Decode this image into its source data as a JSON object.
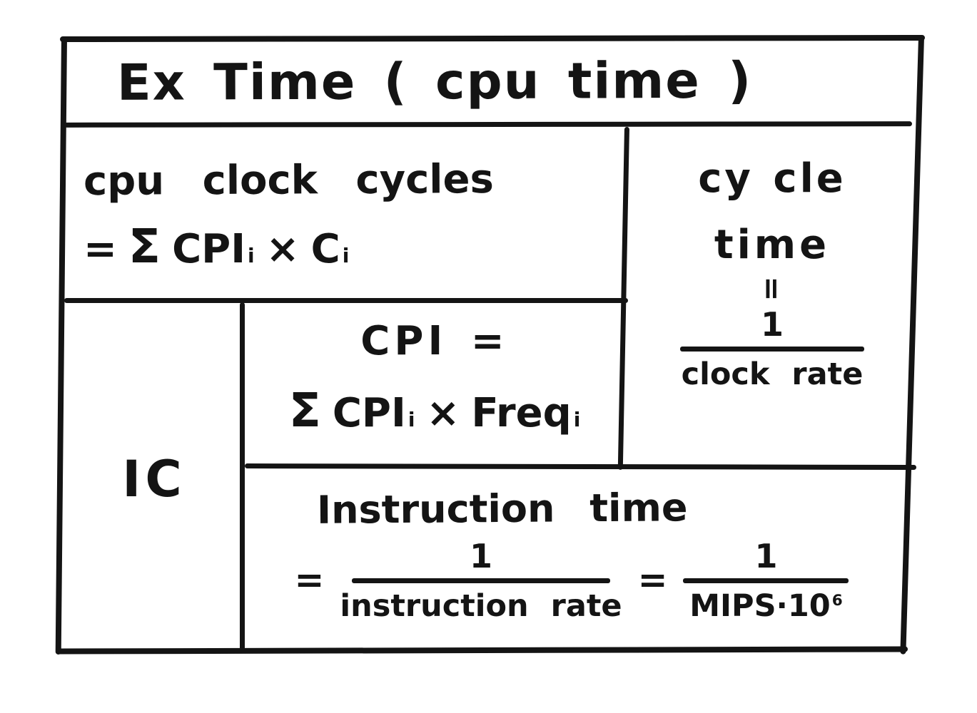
{
  "colors": {
    "ink": "#141414",
    "background": "#ffffff"
  },
  "diagram": {
    "title": "Ex Time ( cpu time )",
    "cpu_clock_cycles": {
      "heading": "cpu clock cycles",
      "eq": "=",
      "sigma": "Σ",
      "term1_base": "CPI",
      "term1_sub": "i",
      "times": "×",
      "term2_base": "C",
      "term2_sub": "i"
    },
    "cycle_time": {
      "word1": "cy cle",
      "word2": "time",
      "equals": "=",
      "numerator": "1",
      "denominator": "clock rate"
    },
    "ic": {
      "label": "IC"
    },
    "cpi": {
      "heading": "CPI =",
      "sigma": "Σ",
      "term1_base": "CPI",
      "term1_sub": "i",
      "times": "×",
      "term2_base": "Freq",
      "term2_sub": "i"
    },
    "instruction_time": {
      "heading": "Instruction time",
      "eq1": "=",
      "frac1_numerator": "1",
      "frac1_denominator": "instruction rate",
      "eq2": "=",
      "frac2_numerator": "1",
      "frac2_denominator_base": "MIPS·10",
      "frac2_denominator_exp": "6"
    }
  }
}
